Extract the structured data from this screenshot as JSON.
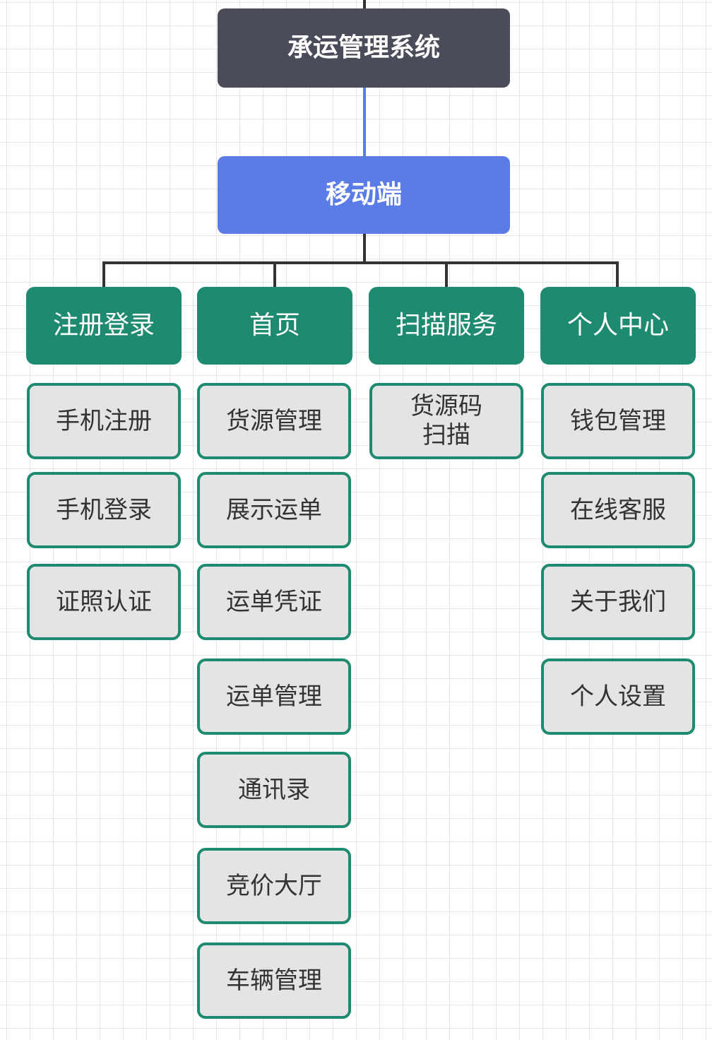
{
  "root": {
    "label": "承运管理系统"
  },
  "platform": {
    "label": "移动端"
  },
  "categories": [
    {
      "label": "注册登录",
      "items": [
        "手机注册",
        "手机登录",
        "证照认证"
      ]
    },
    {
      "label": "首页",
      "items": [
        "货源管理",
        "展示运单",
        "运单凭证",
        "运单管理",
        "通讯录",
        "竞价大厅",
        "车辆管理"
      ]
    },
    {
      "label": "扫描服务",
      "items": [
        "货源码\n扫描"
      ]
    },
    {
      "label": "个人中心",
      "items": [
        "钱包管理",
        "在线客服",
        "关于我们",
        "个人设置"
      ]
    }
  ],
  "colors": {
    "root_fill": "#4b4c5a",
    "platform_fill": "#5b7be6",
    "category_fill": "#1e8a70",
    "item_fill": "#e4e4e4",
    "item_border": "#1e8a70",
    "connector": "#333333",
    "platform_connector": "#5b7be6"
  }
}
